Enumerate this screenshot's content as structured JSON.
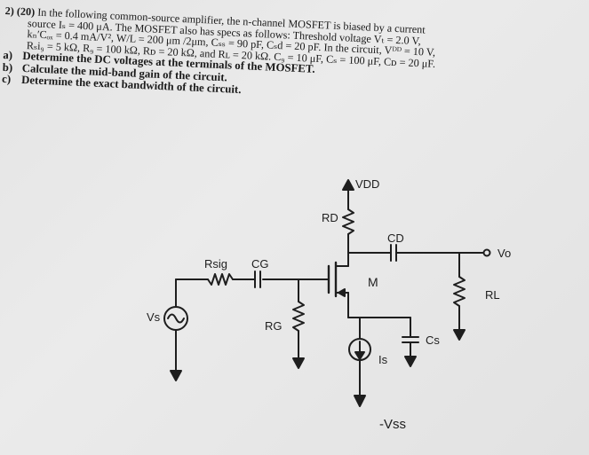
{
  "problem": {
    "number": "2)",
    "points": "(20)",
    "lines": [
      "In the following common-source amplifier, the n-channel MOSFET is biased by a current",
      "source Iₛ = 400 μA. The MOSFET also has specs as follows: Threshold voltage Vₜ = 2.0 V,",
      "kₙ′Cₒₓ = 0.4 mA/V², W/L = 200 μm /2μm, Cₛₛ = 90 pF, Cₛd = 20 pF. In the circuit, Vᴰᴰ = 10 V,",
      "Rₛi₉ = 5 kΩ, R₉ = 100 kΩ, Rᴅ = 20 kΩ, and Rʟ = 20 kΩ. C₉ = 10 μF, Cₛ = 100 μF, Cᴅ = 20 μF."
    ],
    "parts": [
      {
        "label": "a)",
        "text": "Determine the DC voltages at the terminals of the MOSFET."
      },
      {
        "label": "b)",
        "text": "Calculate the mid-band gain of the circuit."
      },
      {
        "label": "c)",
        "text": "Determine the exact bandwidth of the circuit."
      }
    ]
  },
  "circuit": {
    "vdd": "VDD",
    "rd": "RD",
    "cd": "CD",
    "vo": "Vo",
    "rsig": "Rsig",
    "cg": "CG",
    "m": "M",
    "rl": "RL",
    "vs": "Vs",
    "rg": "RG",
    "is": "Is",
    "cs": "Cs",
    "vss": "-Vss"
  },
  "colors": {
    "ink": "#1e1e1e",
    "paper": "#e6e6e6"
  }
}
